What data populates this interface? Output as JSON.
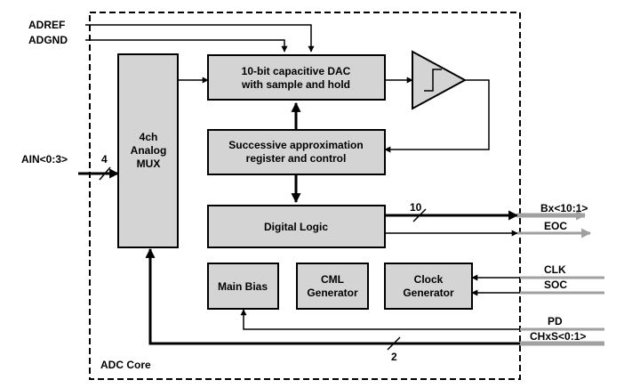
{
  "core": {
    "label": "ADC Core"
  },
  "blocks": {
    "mux": {
      "lines": [
        "4ch",
        "Analog",
        "MUX"
      ]
    },
    "dac": {
      "lines": [
        "10-bit capacitive DAC",
        "with sample and hold"
      ]
    },
    "sar": {
      "lines": [
        "Successive approximation",
        "register and control"
      ]
    },
    "logic": {
      "lines": [
        "Digital Logic"
      ]
    },
    "bias": {
      "lines": [
        "Main Bias"
      ]
    },
    "cml": {
      "lines": [
        "CML",
        "Generator"
      ]
    },
    "clock": {
      "lines": [
        "Clock",
        "Generator"
      ]
    }
  },
  "pins": {
    "adref": "ADREF",
    "adgnd": "ADGND",
    "ain": "AIN<0:3>",
    "bx": "Bx<10:1>",
    "eoc": "EOC",
    "clk": "CLK",
    "soc": "SOC",
    "pd": "PD",
    "chxs": "CHxS<0:1>"
  },
  "bus_widths": {
    "ain": "4",
    "bx": "10",
    "chxs": "2"
  }
}
